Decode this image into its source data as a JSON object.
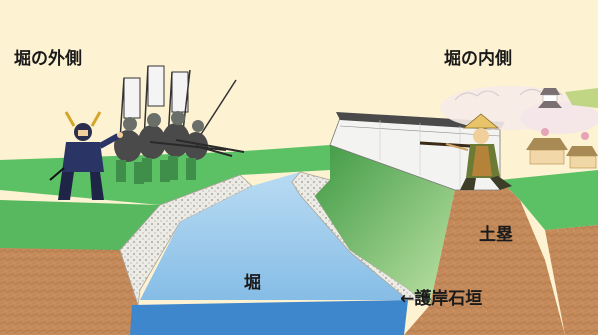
{
  "labels": {
    "outer_side": "堀の外側",
    "inner_side": "堀の内側",
    "moat": "堀",
    "earth_mound": "土塁",
    "stone_wall": "←護岸石垣"
  },
  "colors": {
    "sky": "#fdf2d2",
    "grass": "#5cc065",
    "earth": "#c48a5a",
    "water": "#9cc8ea",
    "water_deep": "#3f87cc",
    "stone": "#e4e0d8",
    "wall": "#f2f2f2"
  }
}
